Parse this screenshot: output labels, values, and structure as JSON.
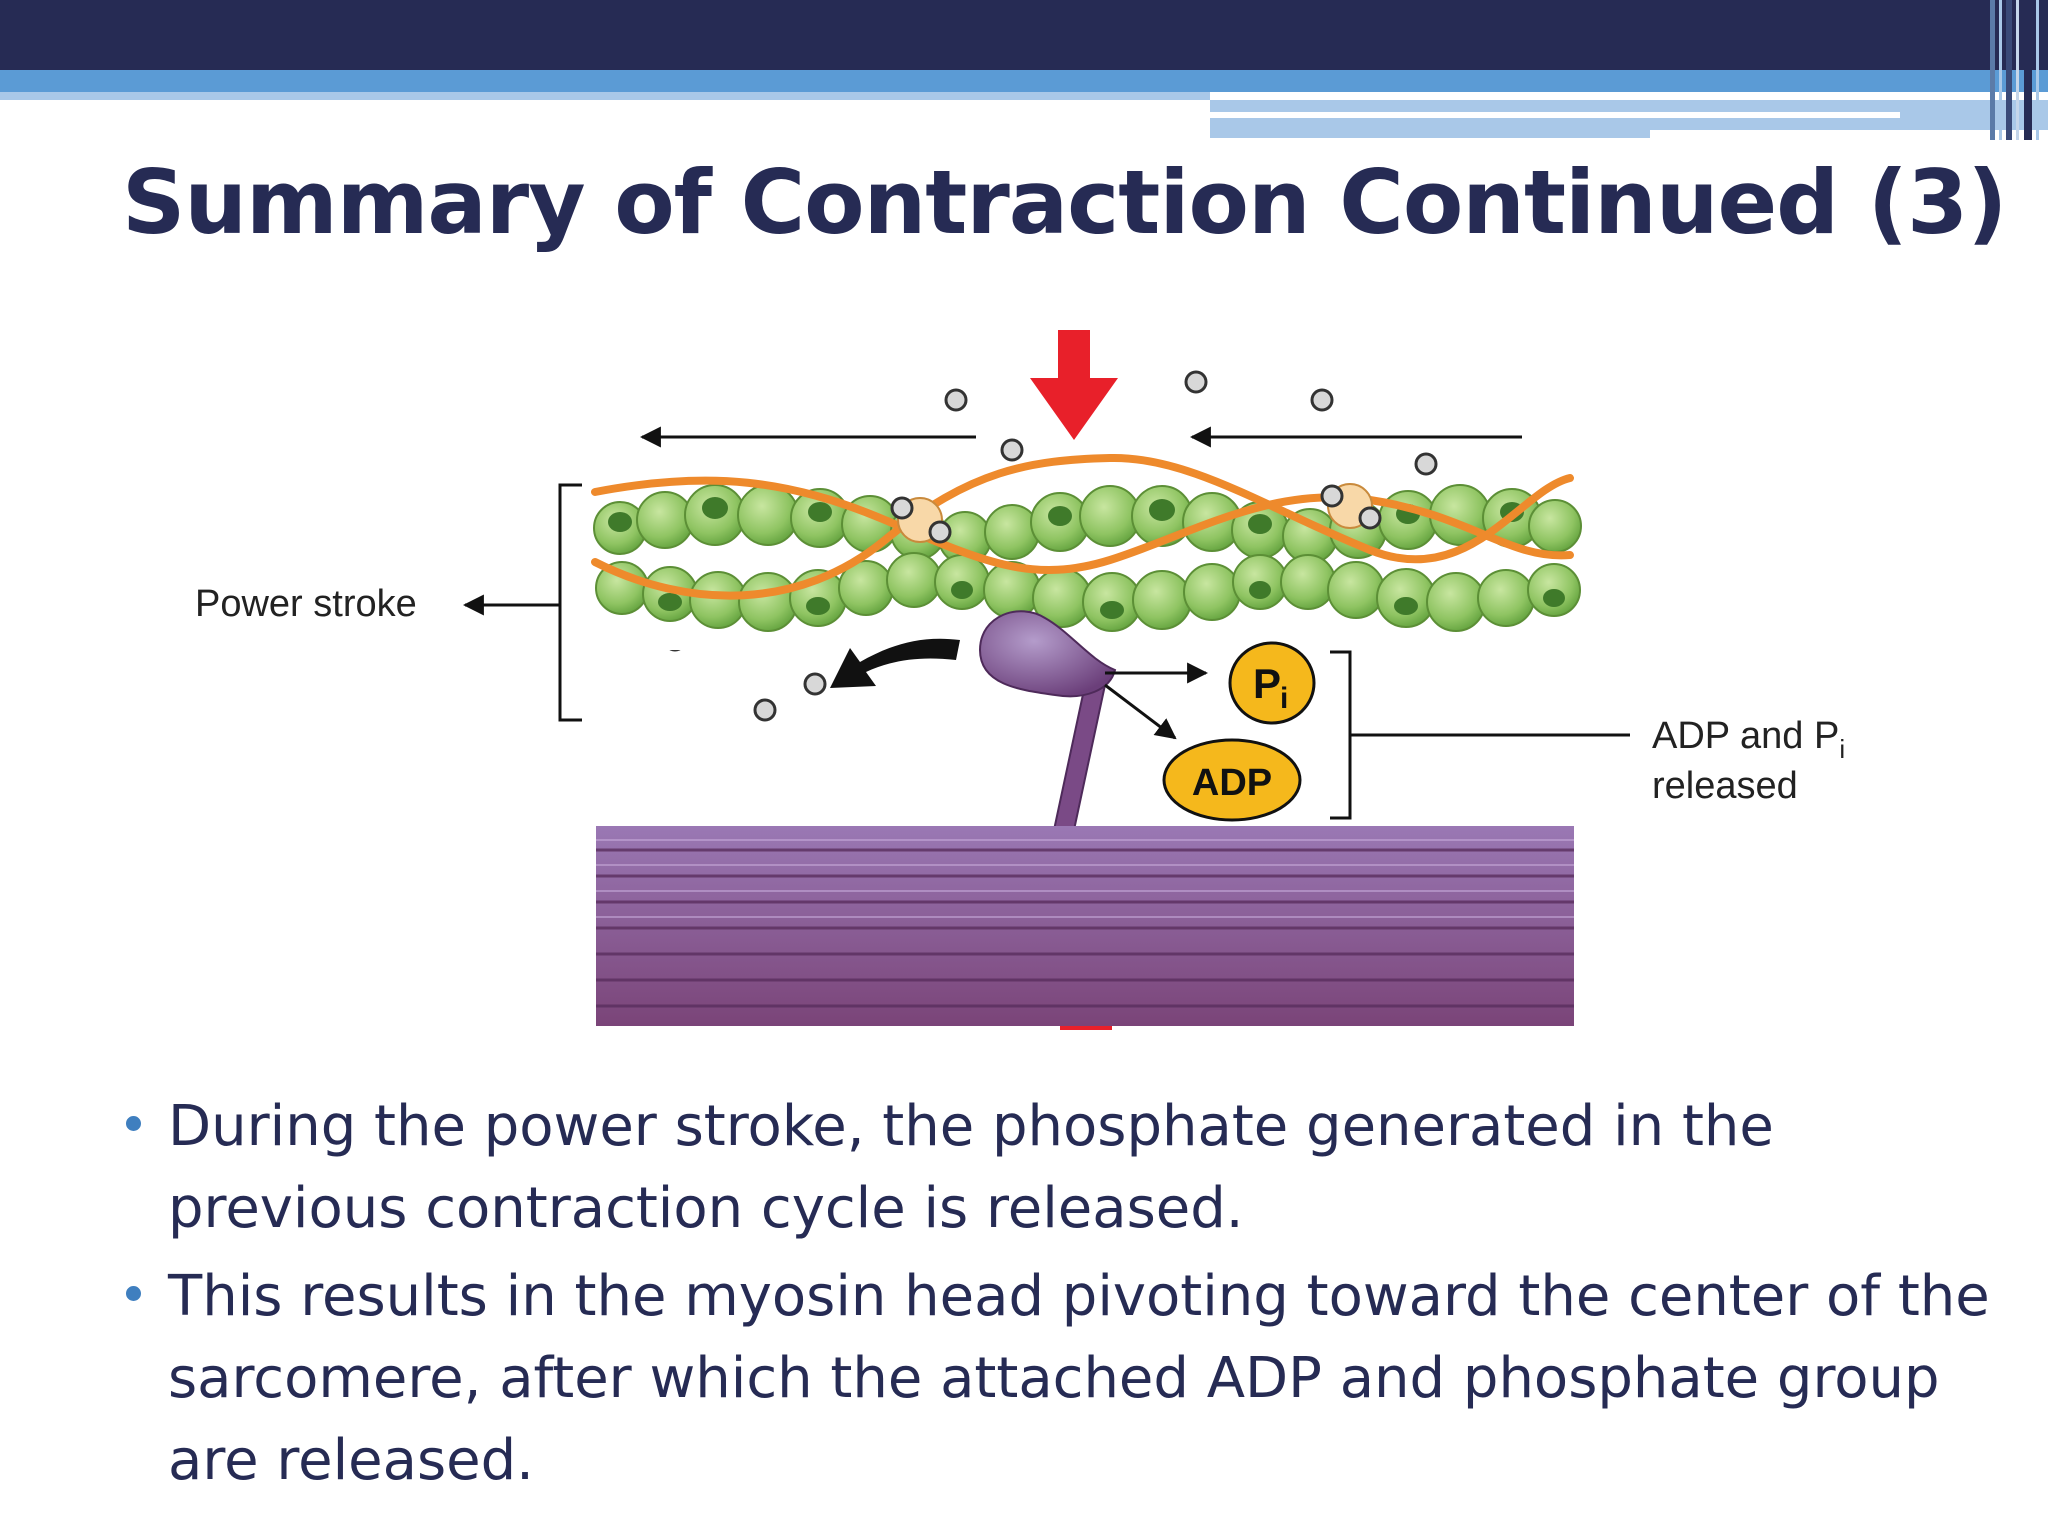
{
  "slide": {
    "title": "Summary of Contraction Continued (3)"
  },
  "figure": {
    "power_stroke_label": "Power stroke",
    "pi_label_main": "P",
    "pi_label_sub": "i",
    "adp_label": "ADP",
    "released_line1_main": "ADP and P",
    "released_line1_sub": "i",
    "released_line2": "released"
  },
  "bullets": [
    "During the power stroke, the phosphate generated in the previous contraction cycle is released.",
    "This results in the myosin head pivoting toward the center of the sarcomere, after which the attached ADP and phosphate group are released."
  ],
  "colors": {
    "navy": "#262b54",
    "accent_blue": "#5b9bd5",
    "light_blue": "#a9c8e8",
    "actin_green": "#9ccc6e",
    "tropomyosin_orange": "#ee8a2c",
    "myosin_purple": "#7a4a86",
    "arrow_red": "#e8202a",
    "ion_yellow": "#f5b81c"
  }
}
